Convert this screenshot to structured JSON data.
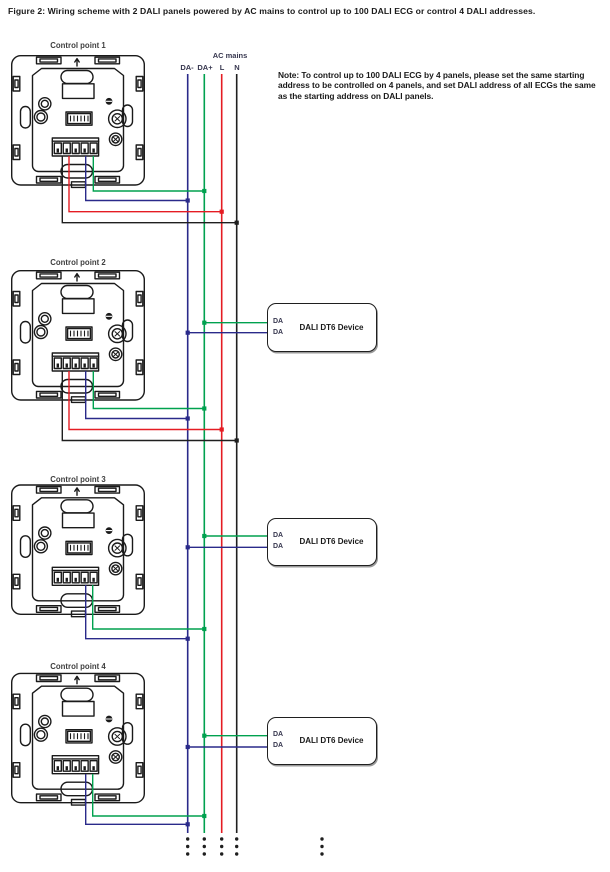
{
  "figure_title": "Figure 2: Wiring scheme with 2 DALI panels powered by AC mains to control up to 100 DALI ECG or control 4 DALI addresses.",
  "note": "Note: To control up to 100 DALI ECG by 4 panels, please set the same starting address to be controlled on 4 panels, and set DALI address of all ECGs the same as the starting address on DALI panels.",
  "bus": {
    "ac_mains_label": "AC mains",
    "wires": [
      {
        "label": "DA-",
        "color": "#2a2a8a"
      },
      {
        "label": "DA+",
        "color": "#00a14f"
      },
      {
        "label": "L",
        "color": "#e51c23"
      },
      {
        "label": "N",
        "color": "#1f1f1f"
      }
    ]
  },
  "control_points": [
    {
      "label": "Control point 1"
    },
    {
      "label": "Control point 2"
    },
    {
      "label": "Control point 3"
    },
    {
      "label": "Control point 4"
    }
  ],
  "devices": [
    {
      "name": "DALI DT6 Device",
      "terminals": [
        "DA",
        "DA"
      ]
    },
    {
      "name": "DALI DT6 Device",
      "terminals": [
        "DA",
        "DA"
      ]
    },
    {
      "name": "DALI DT6 Device",
      "terminals": [
        "DA",
        "DA"
      ]
    }
  ],
  "colors": {
    "ink": "#1a1a1a"
  }
}
